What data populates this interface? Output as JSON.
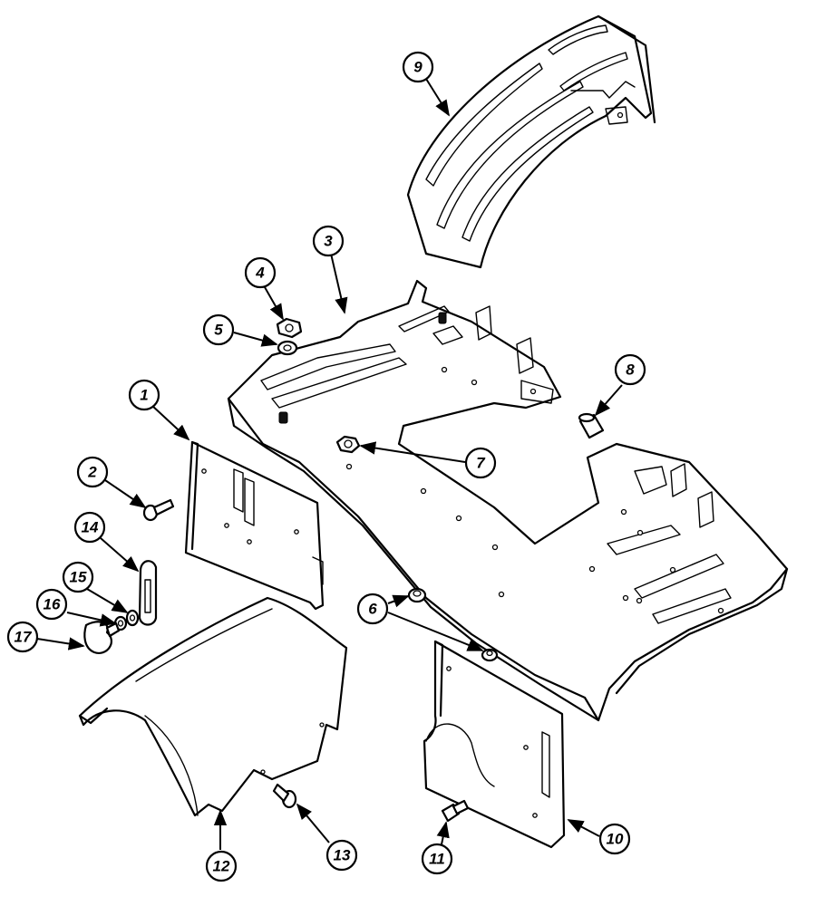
{
  "callouts": [
    {
      "id": "callout-1",
      "label": "1"
    },
    {
      "id": "callout-2",
      "label": "2"
    },
    {
      "id": "callout-3",
      "label": "3"
    },
    {
      "id": "callout-4",
      "label": "4"
    },
    {
      "id": "callout-5",
      "label": "5"
    },
    {
      "id": "callout-6",
      "label": "6"
    },
    {
      "id": "callout-7",
      "label": "7"
    },
    {
      "id": "callout-8",
      "label": "8"
    },
    {
      "id": "callout-9",
      "label": "9"
    },
    {
      "id": "callout-10",
      "label": "10"
    },
    {
      "id": "callout-11",
      "label": "11"
    },
    {
      "id": "callout-12",
      "label": "12"
    },
    {
      "id": "callout-13",
      "label": "13"
    },
    {
      "id": "callout-14",
      "label": "14"
    },
    {
      "id": "callout-15",
      "label": "15"
    },
    {
      "id": "callout-16",
      "label": "16"
    },
    {
      "id": "callout-17",
      "label": "17"
    }
  ]
}
